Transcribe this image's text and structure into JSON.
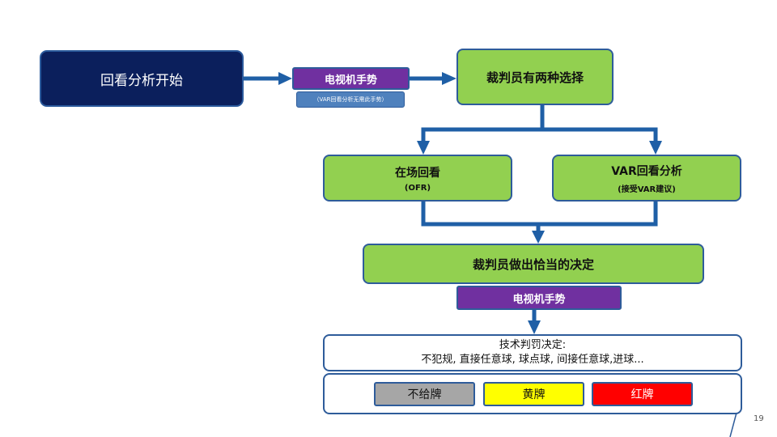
{
  "flow": {
    "start": "回看分析开始",
    "signal_1": "电视机手势",
    "signal_1_note": "（VAR回看分析无需此手势）",
    "referee_options": "裁判员有两种选择",
    "option_ofr_title": "在场回看",
    "option_ofr_sub": "(OFR)",
    "option_var_title": "VAR回看分析",
    "option_var_sub": "(接受VAR建议)",
    "referee_decision": "裁判员做出恰当的决定",
    "signal_2": "电视机手势",
    "tech_decision_title": "技术判罚决定:",
    "tech_decision_items": "不犯规, 直接任意球, 球点球, 间接任意球,进球..."
  },
  "cards": {
    "none": "不给牌",
    "yellow": "黄牌",
    "red": "红牌"
  },
  "page_number": "19",
  "colors": {
    "start_fill": "#0b1f5c",
    "signal_fill": "#7030a0",
    "option_fill": "#92d050",
    "arrow": "#1f5fa6",
    "card_none": "#a6a6a6",
    "card_yellow": "#ffff00",
    "card_red": "#ff0000"
  }
}
